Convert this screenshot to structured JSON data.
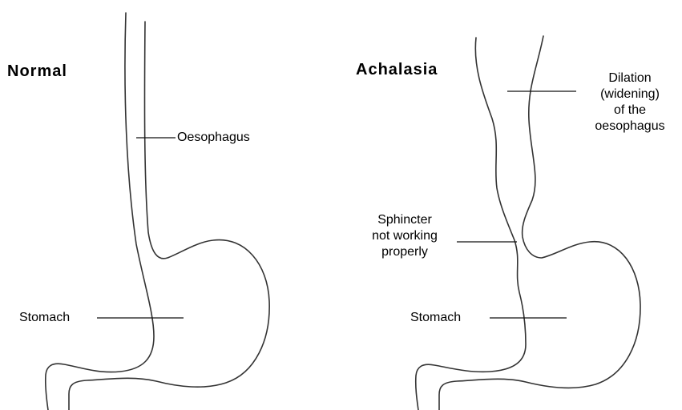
{
  "normal": {
    "title": "Normal",
    "labels": {
      "oesophagus": "Oesophagus",
      "stomach": "Stomach"
    }
  },
  "achalasia": {
    "title": "Achalasia",
    "labels": {
      "dilation": [
        "Dilation",
        "(widening)",
        "of the",
        "oesophagus"
      ],
      "sphincter": [
        "Sphincter",
        "not working",
        "properly"
      ],
      "stomach": "Stomach"
    }
  },
  "colors": {
    "outline": "#333333",
    "leader": "#111111",
    "text": "#000000",
    "background": "#ffffff"
  }
}
